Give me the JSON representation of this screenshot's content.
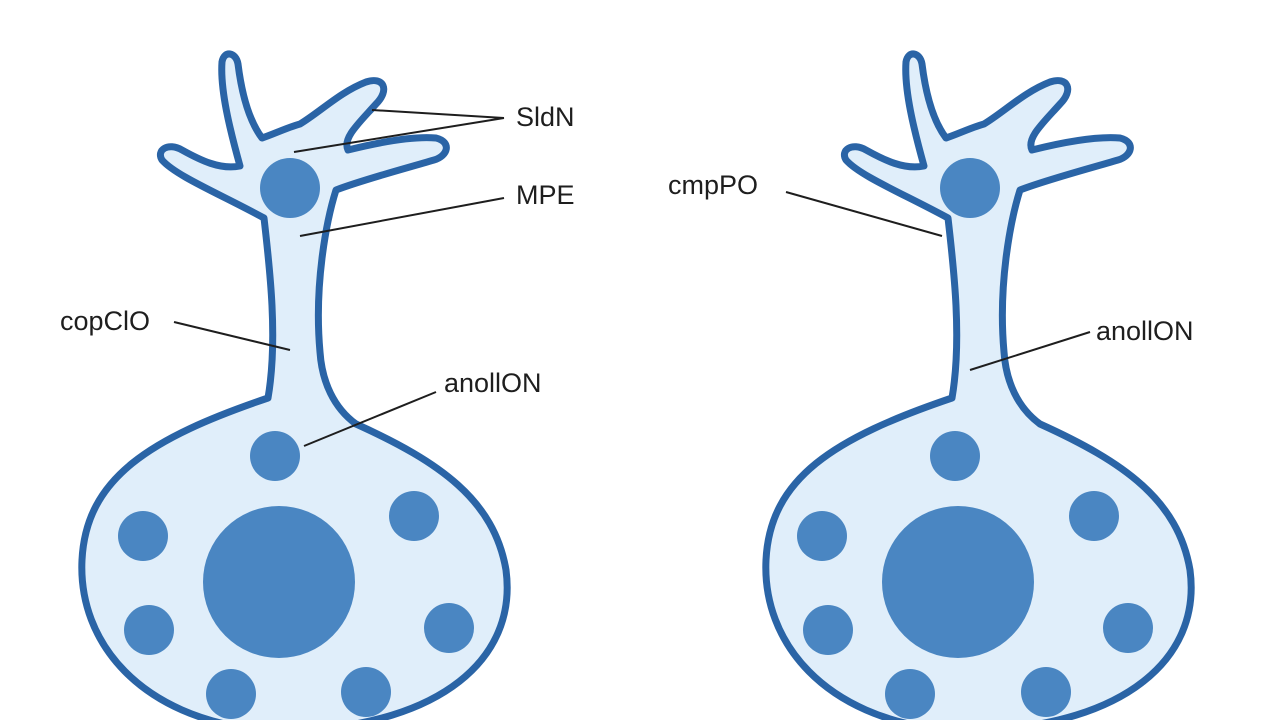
{
  "colors": {
    "outline": "#2a64a6",
    "cytoplasm": "#e0eefa",
    "organelle": "#4a86c2",
    "label": "#1e1e1e",
    "background": "#ffffff"
  },
  "cells": [
    {
      "name": "left-cell",
      "labels": [
        "SldN",
        "MPE",
        "copClO",
        "anollON"
      ]
    },
    {
      "name": "right-cell",
      "labels": [
        "cmpPO",
        "anollON"
      ]
    }
  ]
}
